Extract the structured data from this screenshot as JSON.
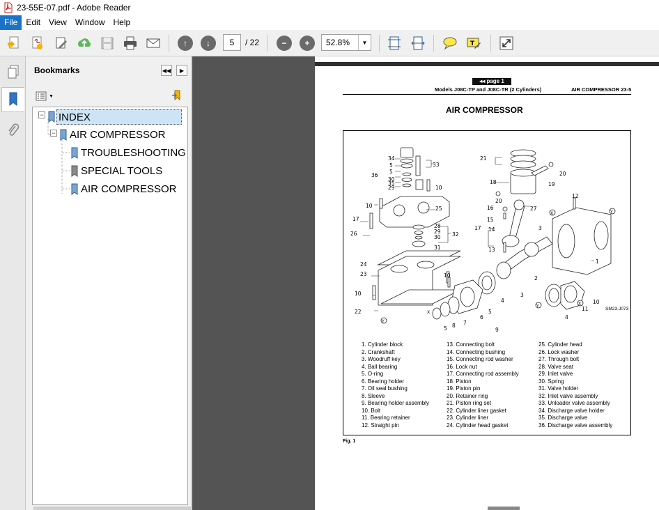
{
  "window": {
    "title": "23-55E-07.pdf - Adobe Reader"
  },
  "menu": [
    {
      "label": "File",
      "active": true
    },
    {
      "label": "Edit"
    },
    {
      "label": "View"
    },
    {
      "label": "Window"
    },
    {
      "label": "Help"
    }
  ],
  "toolbar": {
    "page_current": "5",
    "page_total": "/ 22",
    "zoom": "52.8%",
    "icons": [
      "create-pdf-icon",
      "combine-icon",
      "edit-icon",
      "upload-icon",
      "save-icon",
      "print-icon",
      "email-icon",
      "prev-page-icon",
      "next-page-icon",
      "zoom-out-icon",
      "zoom-in-icon",
      "fit-page-icon",
      "fit-width-icon",
      "comment-icon",
      "sign-icon",
      "expand-icon"
    ]
  },
  "bookmarks": {
    "title": "Bookmarks",
    "items": [
      {
        "label": "INDEX",
        "level": 0,
        "selected": true
      },
      {
        "label": "AIR COMPRESSOR",
        "level": 1
      },
      {
        "label": "TROUBLESHOOTING",
        "level": 2
      },
      {
        "label": "SPECIAL TOOLS",
        "level": 2
      },
      {
        "label": "AIR COMPRESSOR",
        "level": 2
      }
    ]
  },
  "document": {
    "nav_button": "◂◂ page 1",
    "header_models": "Models J08C-TP and J08C-TR (2 Cylinders)",
    "header_section": "AIR COMPRESSOR 23-5",
    "title": "AIR COMPRESSOR",
    "figure_code": "SM23-J073",
    "figure_label": "Fig. 1",
    "callouts": [
      "34",
      "5",
      "5",
      "36",
      "30",
      "35",
      "29",
      "33",
      "10",
      "21",
      "18",
      "20",
      "19",
      "20",
      "12",
      "10",
      "25",
      "16",
      "15",
      "17",
      "27",
      "17",
      "14",
      "26",
      "28",
      "29",
      "30",
      "31",
      "32",
      "3",
      "13",
      "24",
      "23",
      "1",
      "2",
      "10",
      "10",
      "4",
      "3",
      "22",
      "5",
      "8",
      "7",
      "6",
      "5",
      "9",
      "4",
      "11",
      "10",
      "X",
      "Y",
      "Y",
      "X",
      "Y",
      "X"
    ],
    "legend": [
      [
        "1.  Cylinder block",
        "2.  Crankshaft",
        "3.  Woodruff key",
        "4.  Ball bearing",
        "5.  O-ring",
        "6.  Bearing holder",
        "7.  Oil seal bushing",
        "8.  Sleeve",
        "9.  Bearing holder assembly",
        "10.  Bolt",
        "11.  Bearing retainer",
        "12.  Straight pin"
      ],
      [
        "13.  Connecting bolt",
        "14.  Connecting bushing",
        "15.  Connecting rod washer",
        "16.  Lock nut",
        "17.  Connecting rod assembly",
        "18.  Piston",
        "19.  Piston pin",
        "20.  Retainer ring",
        "21.  Piston ring set",
        "22.  Cylinder liner gasket",
        "23.  Cylinder liner",
        "24.  Cylinder head gasket"
      ],
      [
        "25.  Cylinder head",
        "26.  Lock washer",
        "27.  Through bolt",
        "28.  Valve seat",
        "29.  Inlet valve",
        "30.  Spring",
        "31.  Valve holder",
        "32.  Inlet valve assembly",
        "33.  Unloader valve assembly",
        "34.  Discharge valve holder",
        "35.  Discharge valve",
        "36.  Discharge valve assembly"
      ]
    ]
  }
}
